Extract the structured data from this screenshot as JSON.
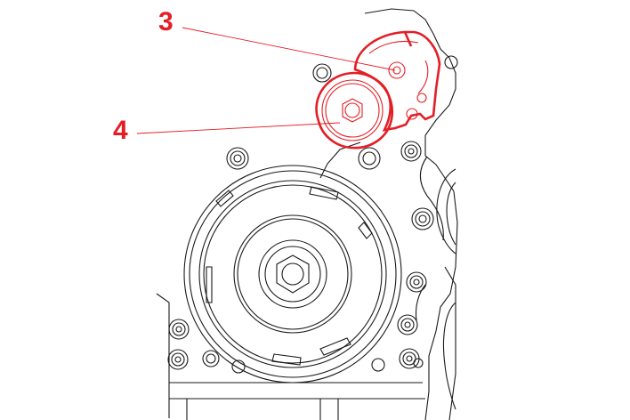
{
  "colors": {
    "highlight": "#e41e26",
    "line": "#1a1a1a",
    "background": "#ffffff"
  },
  "callouts": [
    {
      "label": "3",
      "target": "tensioner-bracket"
    },
    {
      "label": "4",
      "target": "idler-pulley"
    }
  ]
}
